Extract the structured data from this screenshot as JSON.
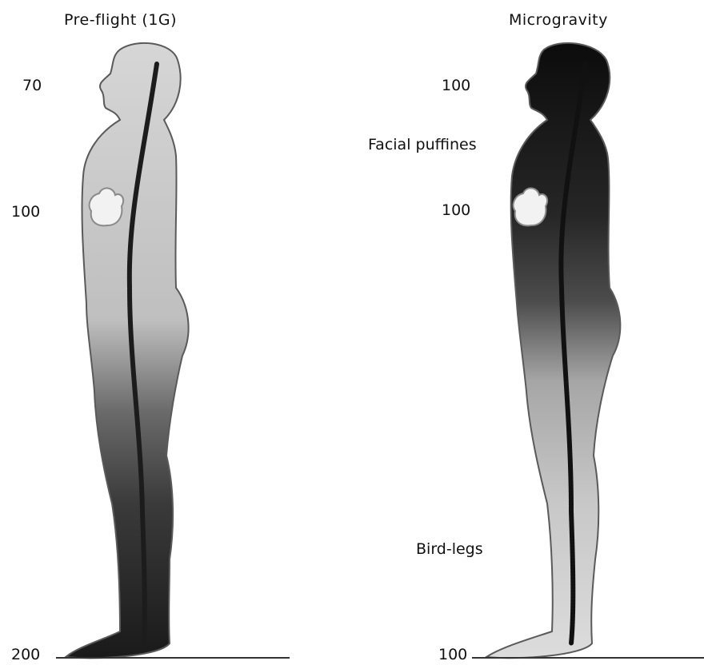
{
  "colors": {
    "background": "#ffffff",
    "outline": "#5a5a5a",
    "light_fluid": "#d2d2d2",
    "dark_fluid": "#1a1a1a",
    "heart": "#f2f2f2",
    "floor": "#333333"
  },
  "panels": [
    {
      "title": "Pre-flight (1G)",
      "pressures": {
        "head": "70",
        "heart": "100",
        "feet": "200"
      },
      "annotations": {}
    },
    {
      "title": "Microgravity",
      "pressures": {
        "head": "100",
        "heart": "100",
        "feet": "100"
      },
      "annotations": {
        "face": "Facial puffines",
        "legs": "Bird-legs"
      }
    }
  ]
}
